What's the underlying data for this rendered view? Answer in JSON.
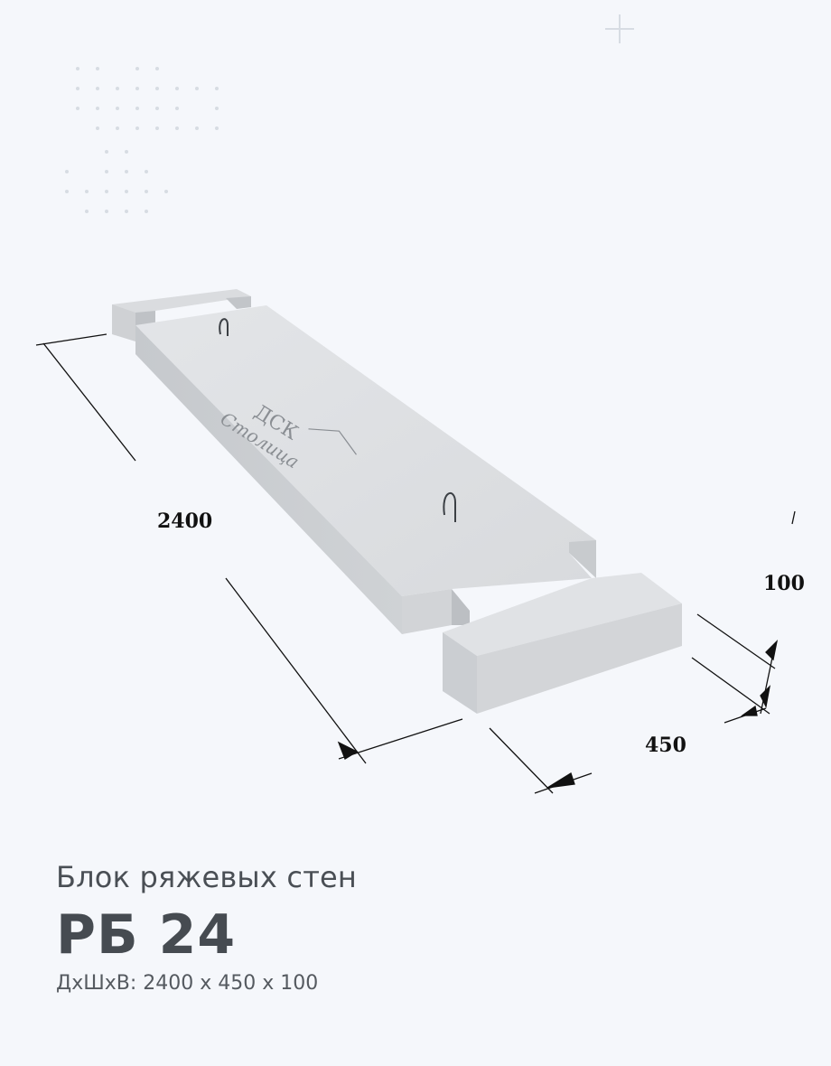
{
  "product": {
    "subtitle": "Блок ряжевых стен",
    "model": "РБ 24",
    "dimensions_line": "ДхШхВ: 2400 х  450 х  100"
  },
  "drawing": {
    "length_label": "2400",
    "width_label": "450",
    "height_label": "100",
    "logo_top": "ДСК",
    "logo_bottom": "Столица"
  },
  "colors": {
    "background": "#f5f7fb",
    "concrete_top": "#dfe1e4",
    "concrete_side": "#c9ccd0",
    "concrete_front": "#d4d6d9",
    "dots": "#d7dce3",
    "text": "#4a4f55"
  }
}
